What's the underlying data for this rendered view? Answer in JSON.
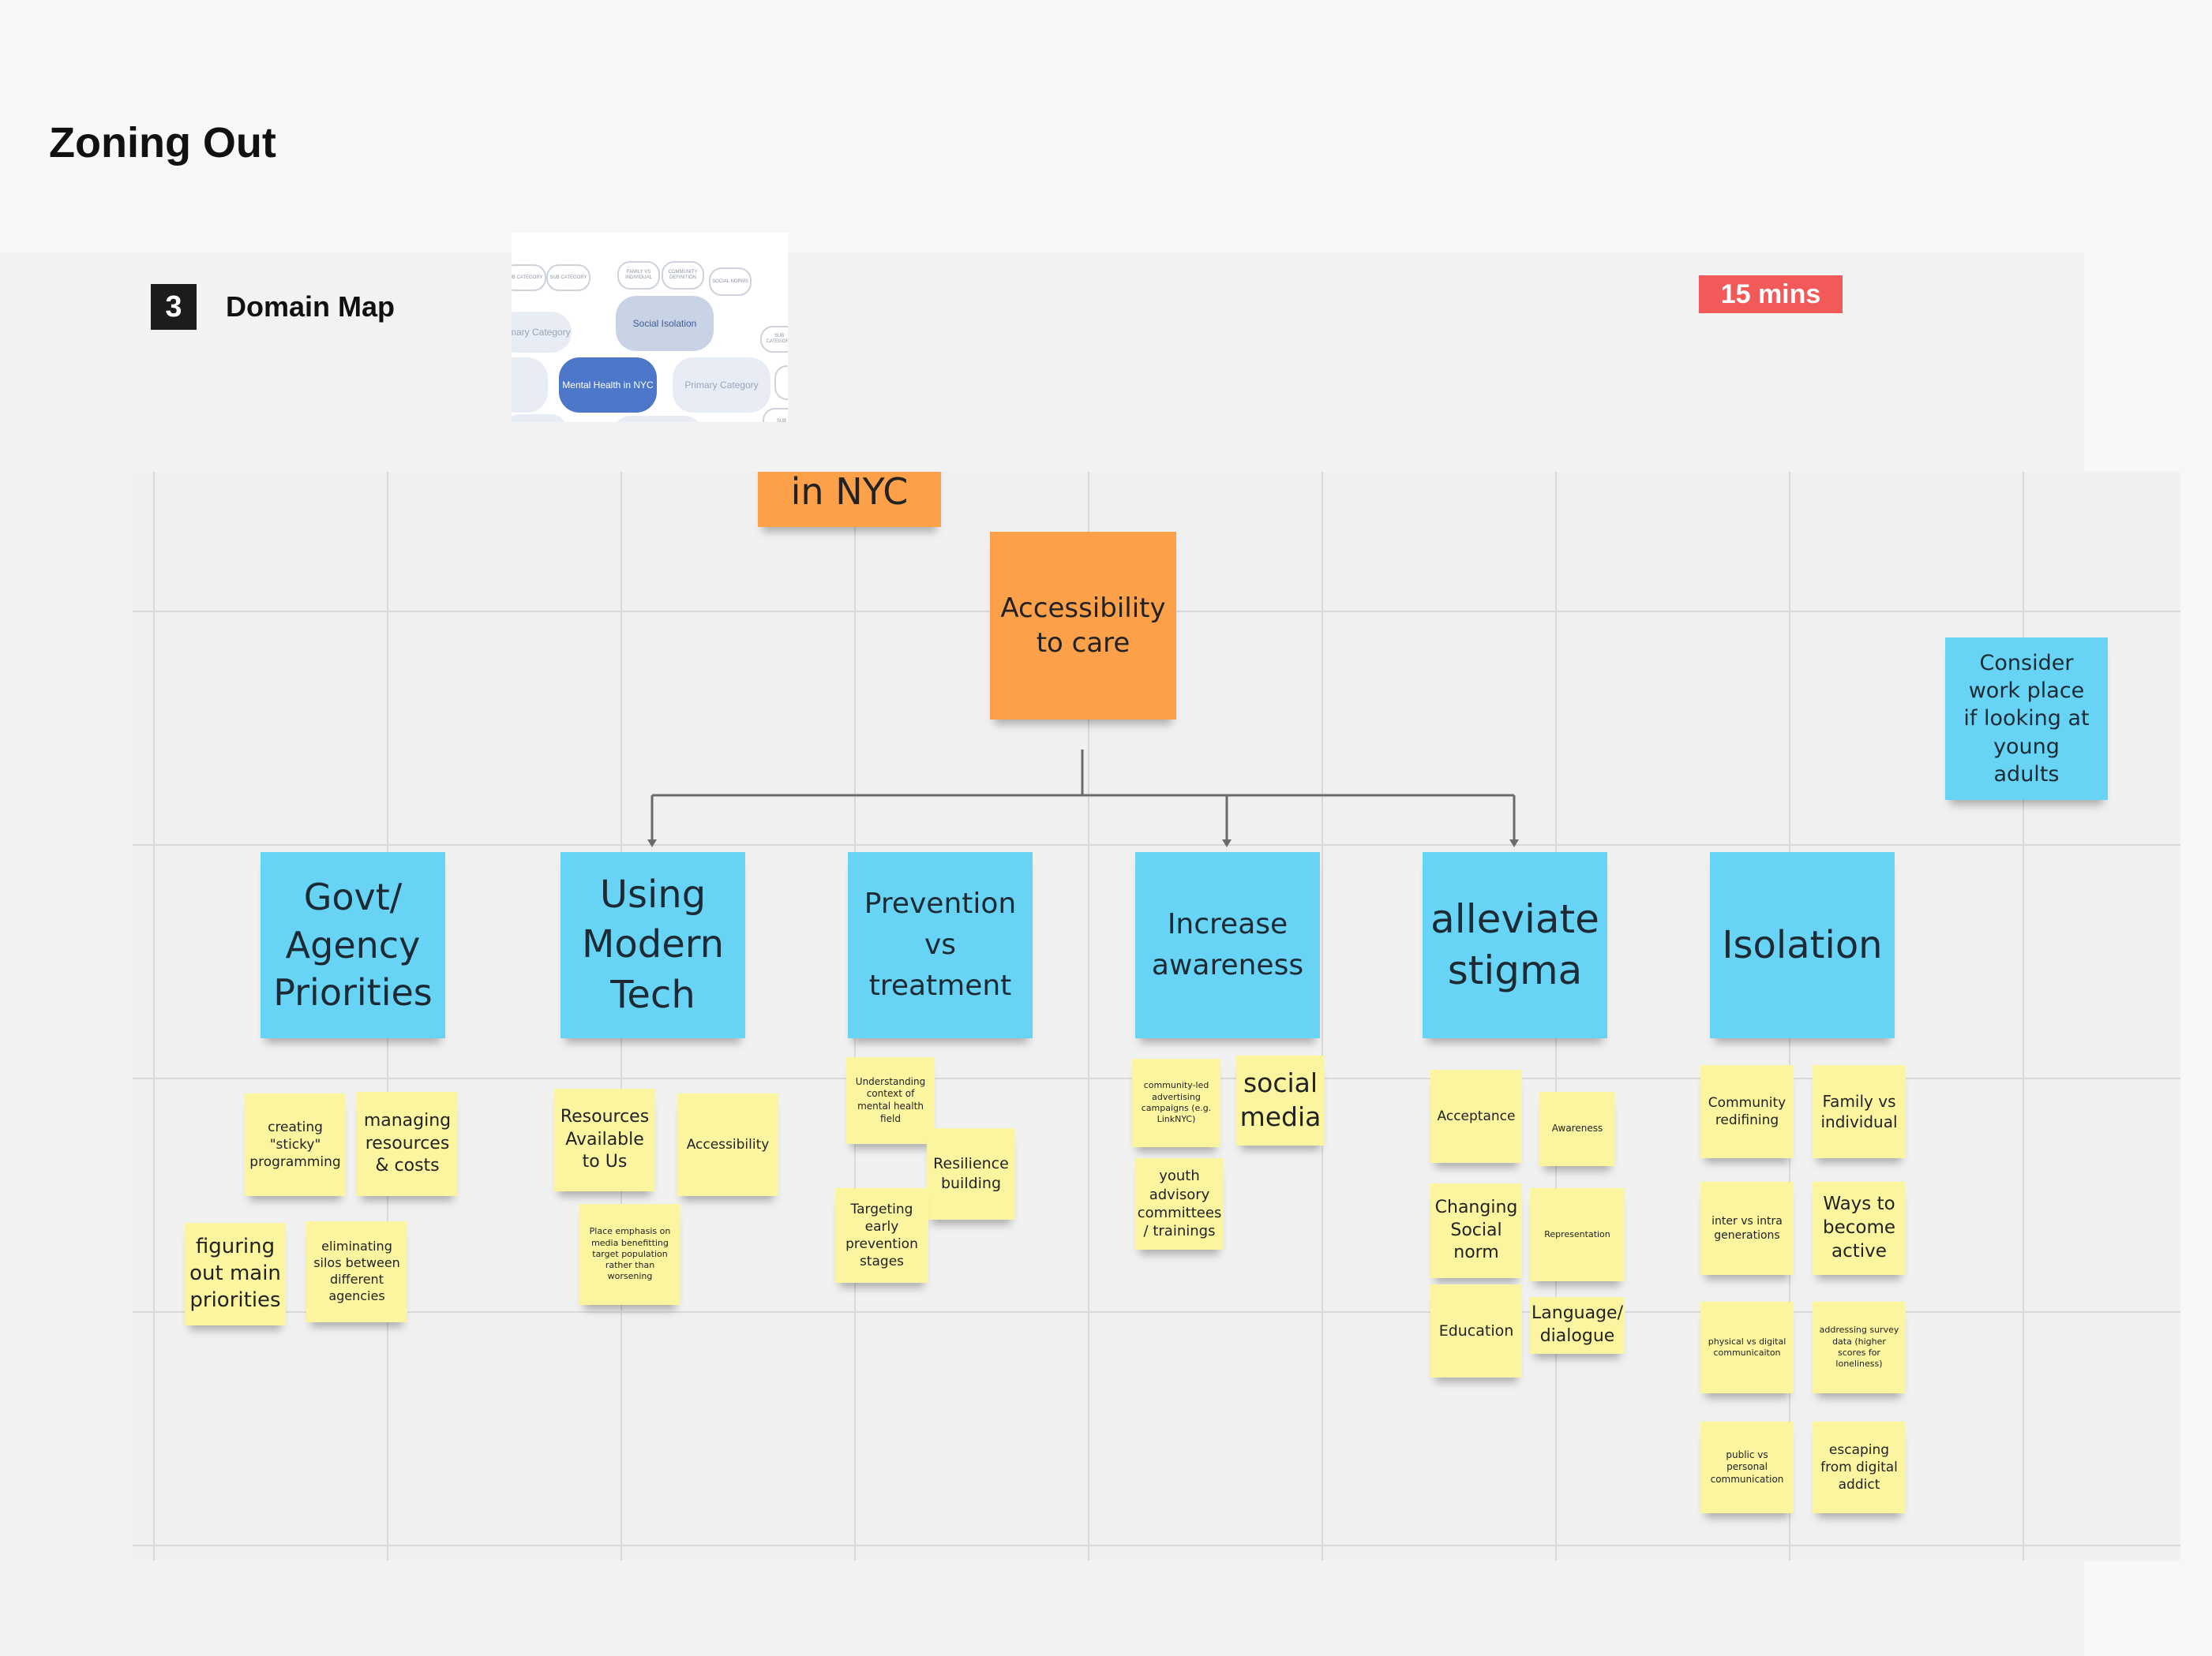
{
  "page": {
    "title": "Zoning Out"
  },
  "step": {
    "number": "3",
    "title": "Domain Map",
    "timer": "15 mins"
  },
  "thumbnail": {
    "tiny_labels": [
      "SUB CATEGORY",
      "SUB CATEGORY",
      "FAMILY VS INDIVIDUAL",
      "COMMUNITY DEFINITION",
      "SOCIAL NORMS",
      "SUB CATEGORY",
      "SUB"
    ],
    "primary_left": "Primary Category",
    "social_isolation": "Social Isolation",
    "mental_health": "Mental Health in NYC",
    "primary_right": "Primary Category"
  },
  "board": {
    "root_partial": "in NYC",
    "center": "Accessibility to care",
    "side_note": "Consider work place if looking at young adults",
    "categories": [
      {
        "label": "Govt/ Agency Priorities",
        "notes": [
          "creating \"sticky\" programming",
          "managing resources & costs",
          "figuring out main priorities",
          "eliminating silos between different agencies"
        ]
      },
      {
        "label": "Using Modern Tech",
        "notes": [
          "Resources Available to Us",
          "Accessibility",
          "Place emphasis on media benefitting target population rather than worsening"
        ]
      },
      {
        "label": "Prevention vs treatment",
        "notes": [
          "Understanding context of mental health field",
          "Resilience building",
          "Targeting early prevention stages"
        ]
      },
      {
        "label": "Increase awareness",
        "notes": [
          "community-led advertising campaigns (e.g. LinkNYC)",
          "social media",
          "youth advisory committees / trainings"
        ]
      },
      {
        "label": "alleviate stigma",
        "notes": [
          "Acceptance",
          "Awareness",
          "Changing Social norm",
          "Representation",
          "Education",
          "Language/ dialogue"
        ]
      },
      {
        "label": "Isolation",
        "notes": [
          "Community redifining",
          "Family vs individual",
          "inter vs intra generations",
          "Ways to become active",
          "physical vs digital communicaiton",
          "addressing survey data (higher scores for loneliness)",
          "public vs personal communication",
          "escaping from digital addict"
        ]
      }
    ]
  },
  "colors": {
    "orange": "#fca14a",
    "blue": "#67d3f5",
    "yellow": "#fcf5a0",
    "timer": "#f25a5a",
    "thumb_dark": "#4d78c9",
    "thumb_light": "#c9d3e6"
  }
}
